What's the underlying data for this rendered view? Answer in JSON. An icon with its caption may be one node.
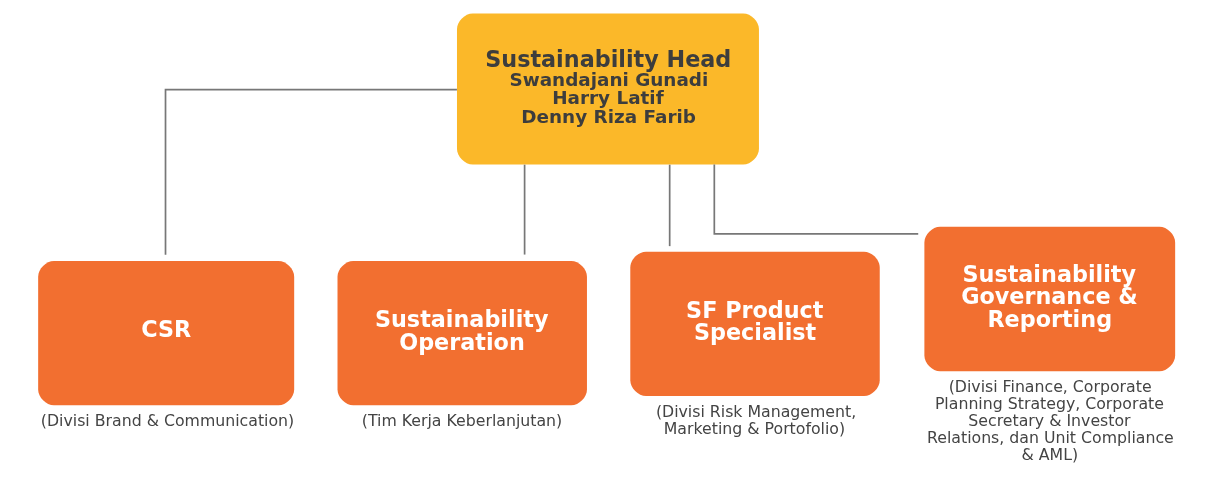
{
  "diagram": {
    "nodes": [
      {
        "text": [
          "Sustainability Head",
          "Swandajani Gunadi",
          "Harry Latif",
          "Denny Riza Farib"
        ]
      },
      {
        "text": [
          "CSR"
        ],
        "beside": [
          "(Divisi Brand & Communication)"
        ]
      },
      {
        "text": [
          "Sustainability Operation"
        ],
        "beside": [
          "(Tim Kerja Keberlanjutan)"
        ]
      },
      {
        "text": [
          "SF Product Specialist"
        ],
        "beside": [
          "(Divisi Risk Management, Marketing & Portofolio)"
        ]
      },
      {
        "text": [
          "Sustainability Governance & Reporting"
        ],
        "beside": [
          "(Divisi Finance, Corporate Planning Strategy, Corporate Secretary & Investor Relations, dan Unit Compliance & AML)"
        ]
      }
    ],
    "edges": [
      {
        "from": 0,
        "to": 1,
        "arrow": "none"
      },
      {
        "from": 0,
        "to": 2,
        "arrow": "none"
      },
      {
        "from": 0,
        "to": 3,
        "arrow": "none"
      },
      {
        "from": 0,
        "to": 4,
        "arrow": "none"
      }
    ]
  }
}
